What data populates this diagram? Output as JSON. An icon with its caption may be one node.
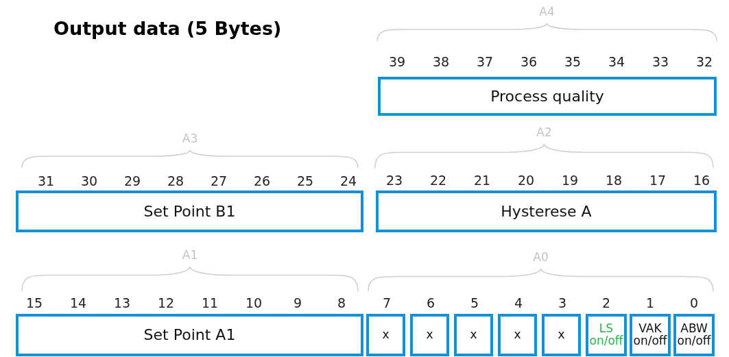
{
  "diagram": {
    "title": "Output data (5 Bytes)",
    "nodes": [
      {
        "text": [
          "Process quality"
        ]
      },
      {
        "text": [
          "Set Point B1"
        ]
      },
      {
        "text": [
          "Hysterese A"
        ]
      },
      {
        "text": [
          "Set Point A1"
        ]
      },
      {
        "text": [
          "x"
        ]
      },
      {
        "text": [
          "x"
        ]
      },
      {
        "text": [
          "x"
        ]
      },
      {
        "text": [
          "x"
        ]
      },
      {
        "text": [
          "x"
        ]
      },
      {
        "text": [
          "LS on/off"
        ]
      },
      {
        "text": [
          "VAK on/off"
        ]
      },
      {
        "text": [
          "ABW on/off"
        ]
      }
    ],
    "labels": [
      "A4",
      "39",
      "38",
      "37",
      "36",
      "35",
      "34",
      "33",
      "32",
      "A3",
      "A2",
      "31",
      "30",
      "29",
      "28",
      "27",
      "26",
      "25",
      "24",
      "23",
      "22",
      "21",
      "20",
      "19",
      "18",
      "17",
      "16",
      "A1",
      "A0",
      "15",
      "14",
      "13",
      "12",
      "11",
      "10",
      "9",
      "8",
      "7",
      "6",
      "5",
      "4",
      "3",
      "2",
      "1",
      "0"
    ]
  }
}
